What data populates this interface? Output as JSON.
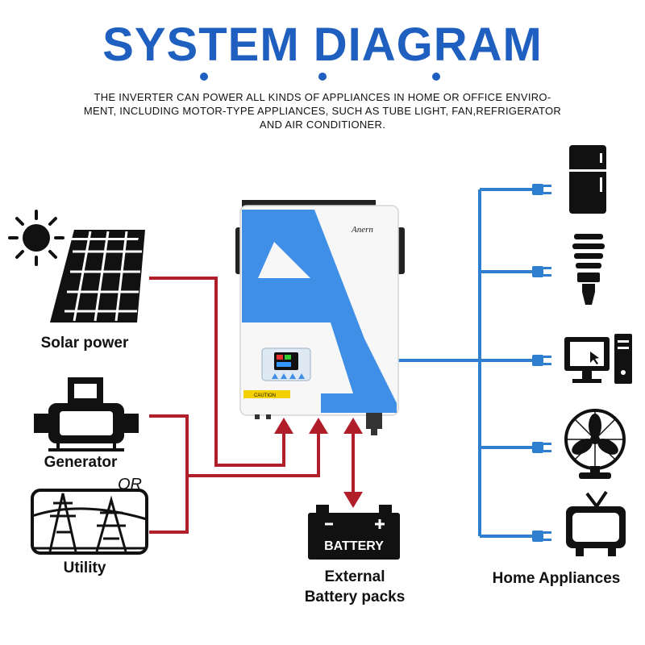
{
  "header": {
    "title": "SYSTEM DIAGRAM",
    "description_lines": [
      "THE INVERTER CAN POWER ALL KINDS OF APPLIANCES IN HOME OR OFFICE ENVIRO-",
      "MENT, INCLUDING MOTOR-TYPE APPLIANCES, SUCH AS TUBE LIGHT, FAN,REFRIGERATOR",
      "AND AIR CONDITIONER."
    ]
  },
  "sources": {
    "solar": "Solar power",
    "generator": "Generator",
    "or": "OR",
    "utility": "Utility"
  },
  "inverter": {
    "brand": "Anern",
    "caution": "CAUTION"
  },
  "battery": {
    "label": "BATTERY",
    "caption_line1": "External",
    "caption_line2": "Battery packs"
  },
  "appliances": {
    "caption": "Home Appliances",
    "items": [
      "refrigerator-icon",
      "bulb-icon",
      "computer-icon",
      "fan-icon",
      "tv-icon"
    ]
  },
  "colors": {
    "title_blue": "#1f5fbf",
    "ac_line_red": "#b01e2a",
    "output_line_blue": "#2f7fd0",
    "inverter_blue": "#3f8fe6"
  }
}
